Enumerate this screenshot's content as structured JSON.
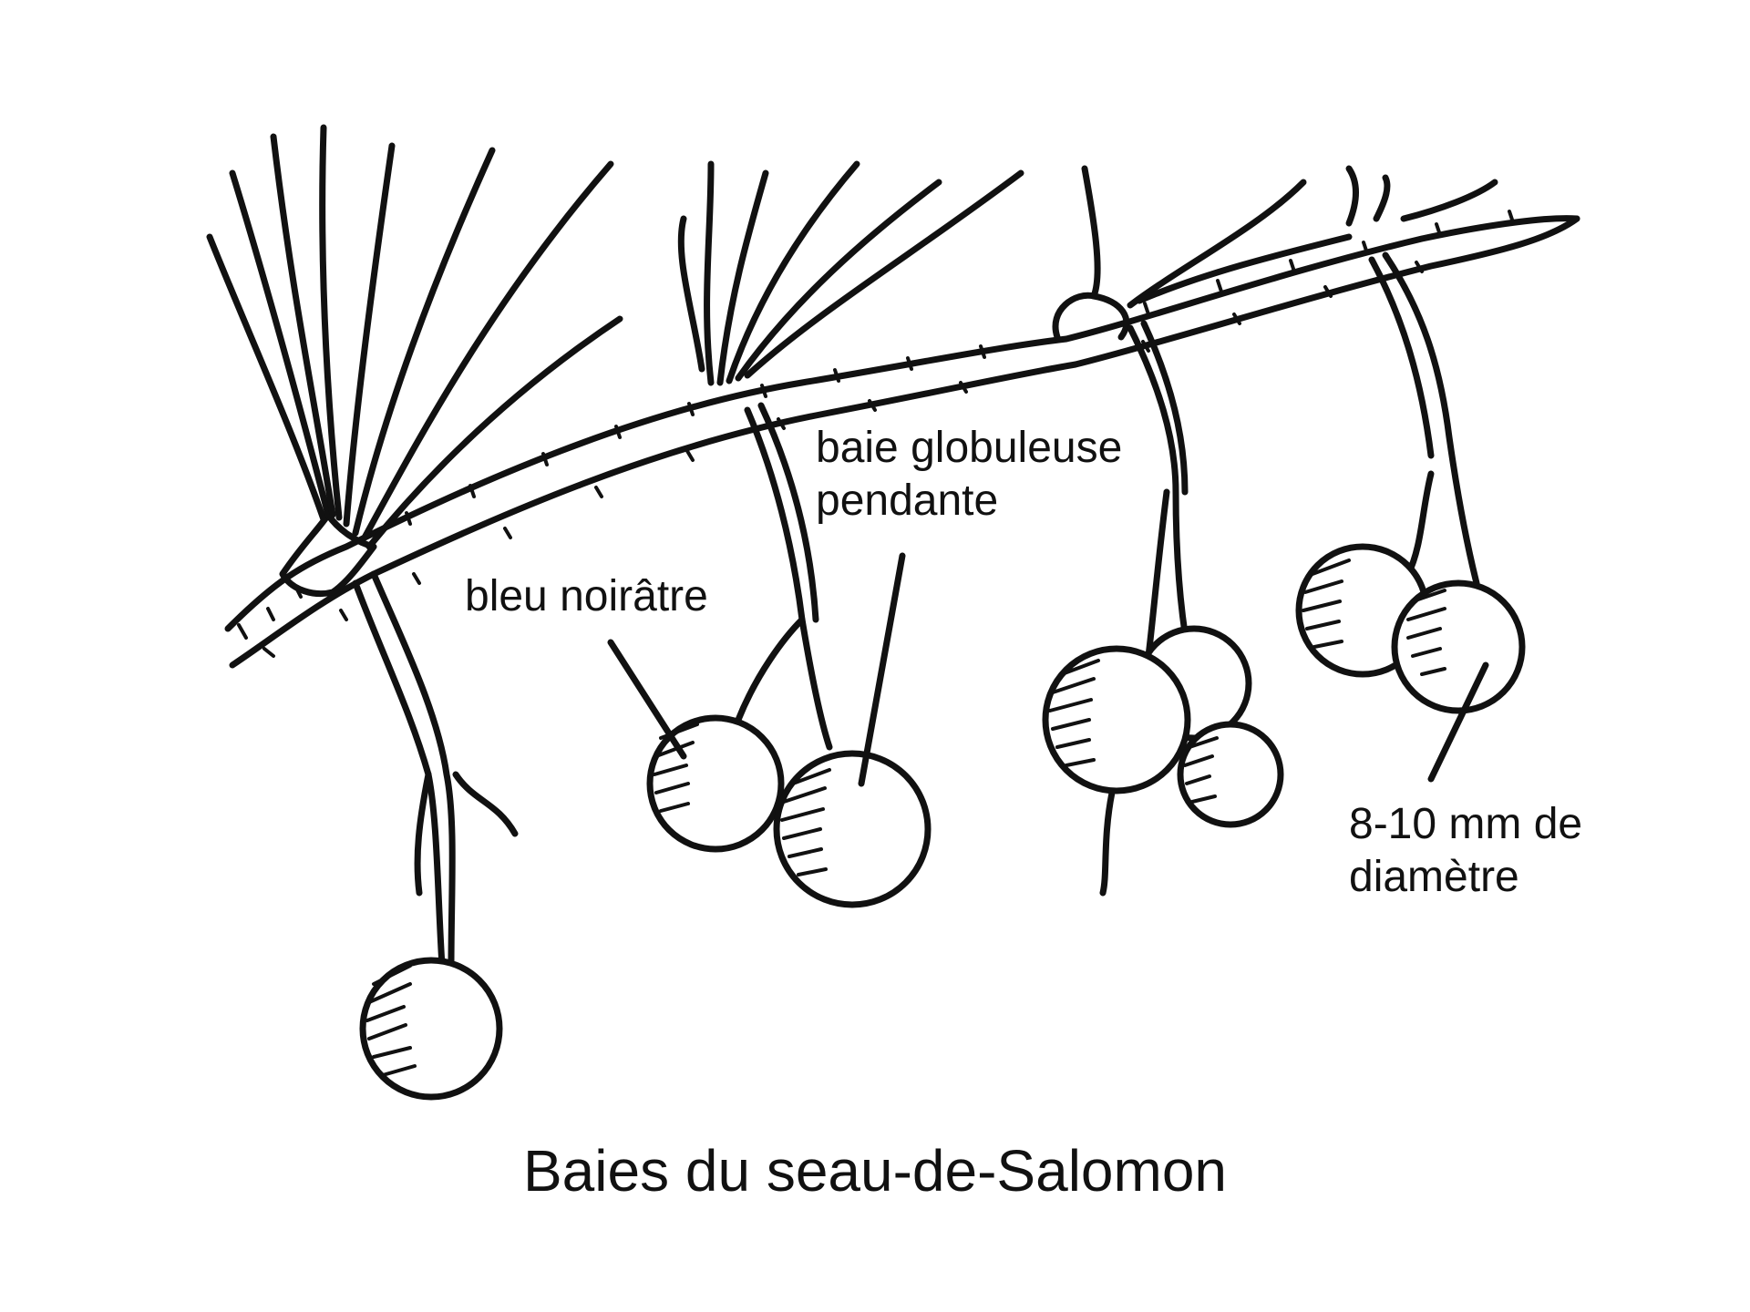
{
  "figure": {
    "title": "Baies du seau-de-Salomon",
    "labels": {
      "color": "bleu noirâtre",
      "shape_line1": "baie globuleuse",
      "shape_line2": "pendante",
      "size_line1": "8-10 mm de",
      "size_line2": "diamètre"
    }
  },
  "colors": {
    "ink": "#111111",
    "background": "#ffffff"
  }
}
